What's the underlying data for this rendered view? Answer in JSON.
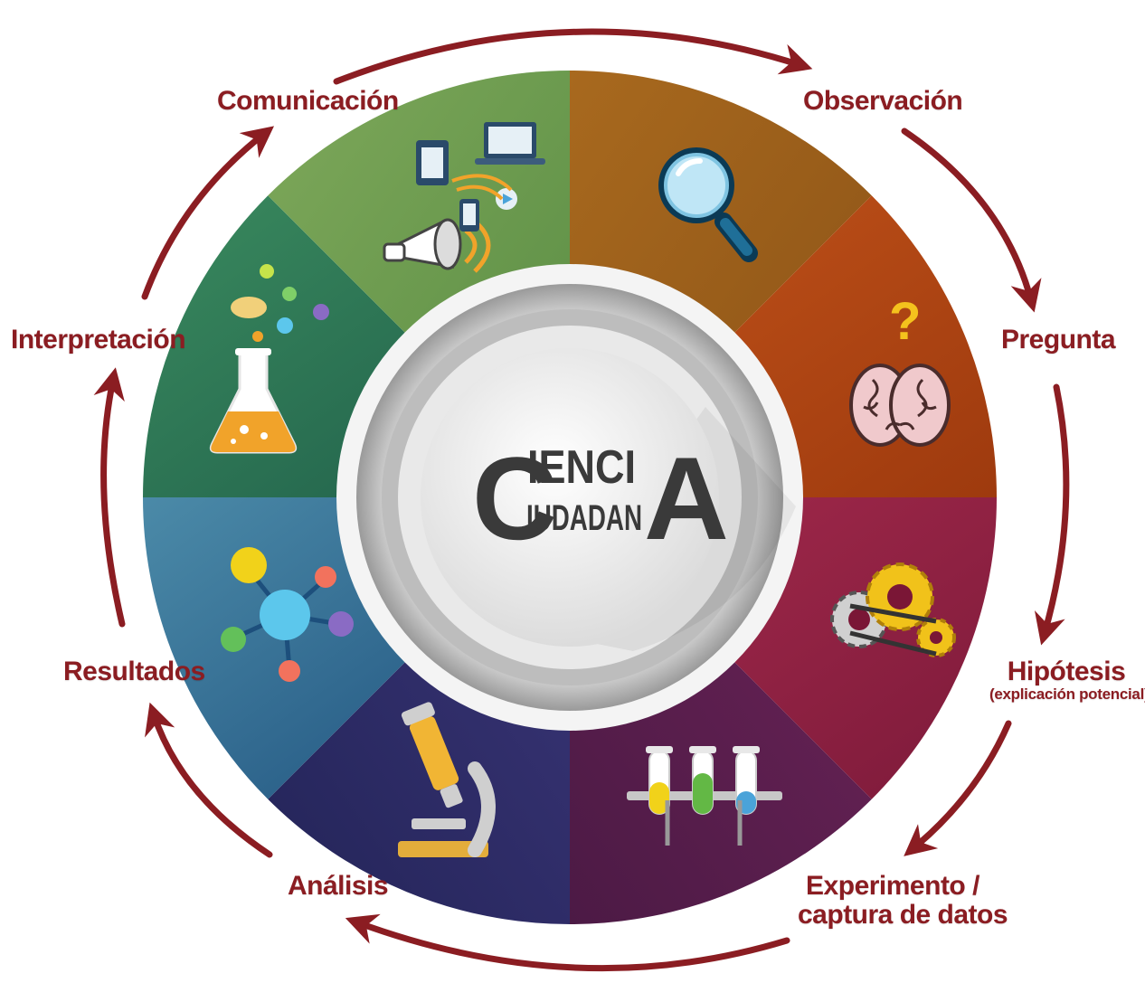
{
  "title": {
    "big_c": "C",
    "line1": "IENCI",
    "line2": "IUDADAN",
    "big_a": "A"
  },
  "stages": [
    {
      "label": "Observación",
      "icon": "magnifier-icon",
      "color": "#9a5e1a"
    },
    {
      "label": "Pregunta",
      "icon": "question-brain-icon",
      "color": "#b24a12"
    },
    {
      "label": "Hipótesis",
      "sublabel": "(explicación potencial)",
      "icon": "gears-icon",
      "color": "#8e1f42"
    },
    {
      "label": "Experimento /",
      "label_line2": "captura de datos",
      "icon": "test-tubes-icon",
      "color": "#5a1f4a"
    },
    {
      "label": "Análisis",
      "icon": "microscope-icon",
      "color": "#2f2c66"
    },
    {
      "label": "Resultados",
      "icon": "molecule-network-icon",
      "color": "#2c6a8c"
    },
    {
      "label": "Interpretación",
      "icon": "flask-icon",
      "color": "#2c7a55"
    },
    {
      "label": "Comunicación",
      "icon": "megaphone-devices-icon",
      "color": "#6a9a48"
    }
  ],
  "colors": {
    "arrow": "#8b1d22",
    "label": "#8b1d22"
  }
}
